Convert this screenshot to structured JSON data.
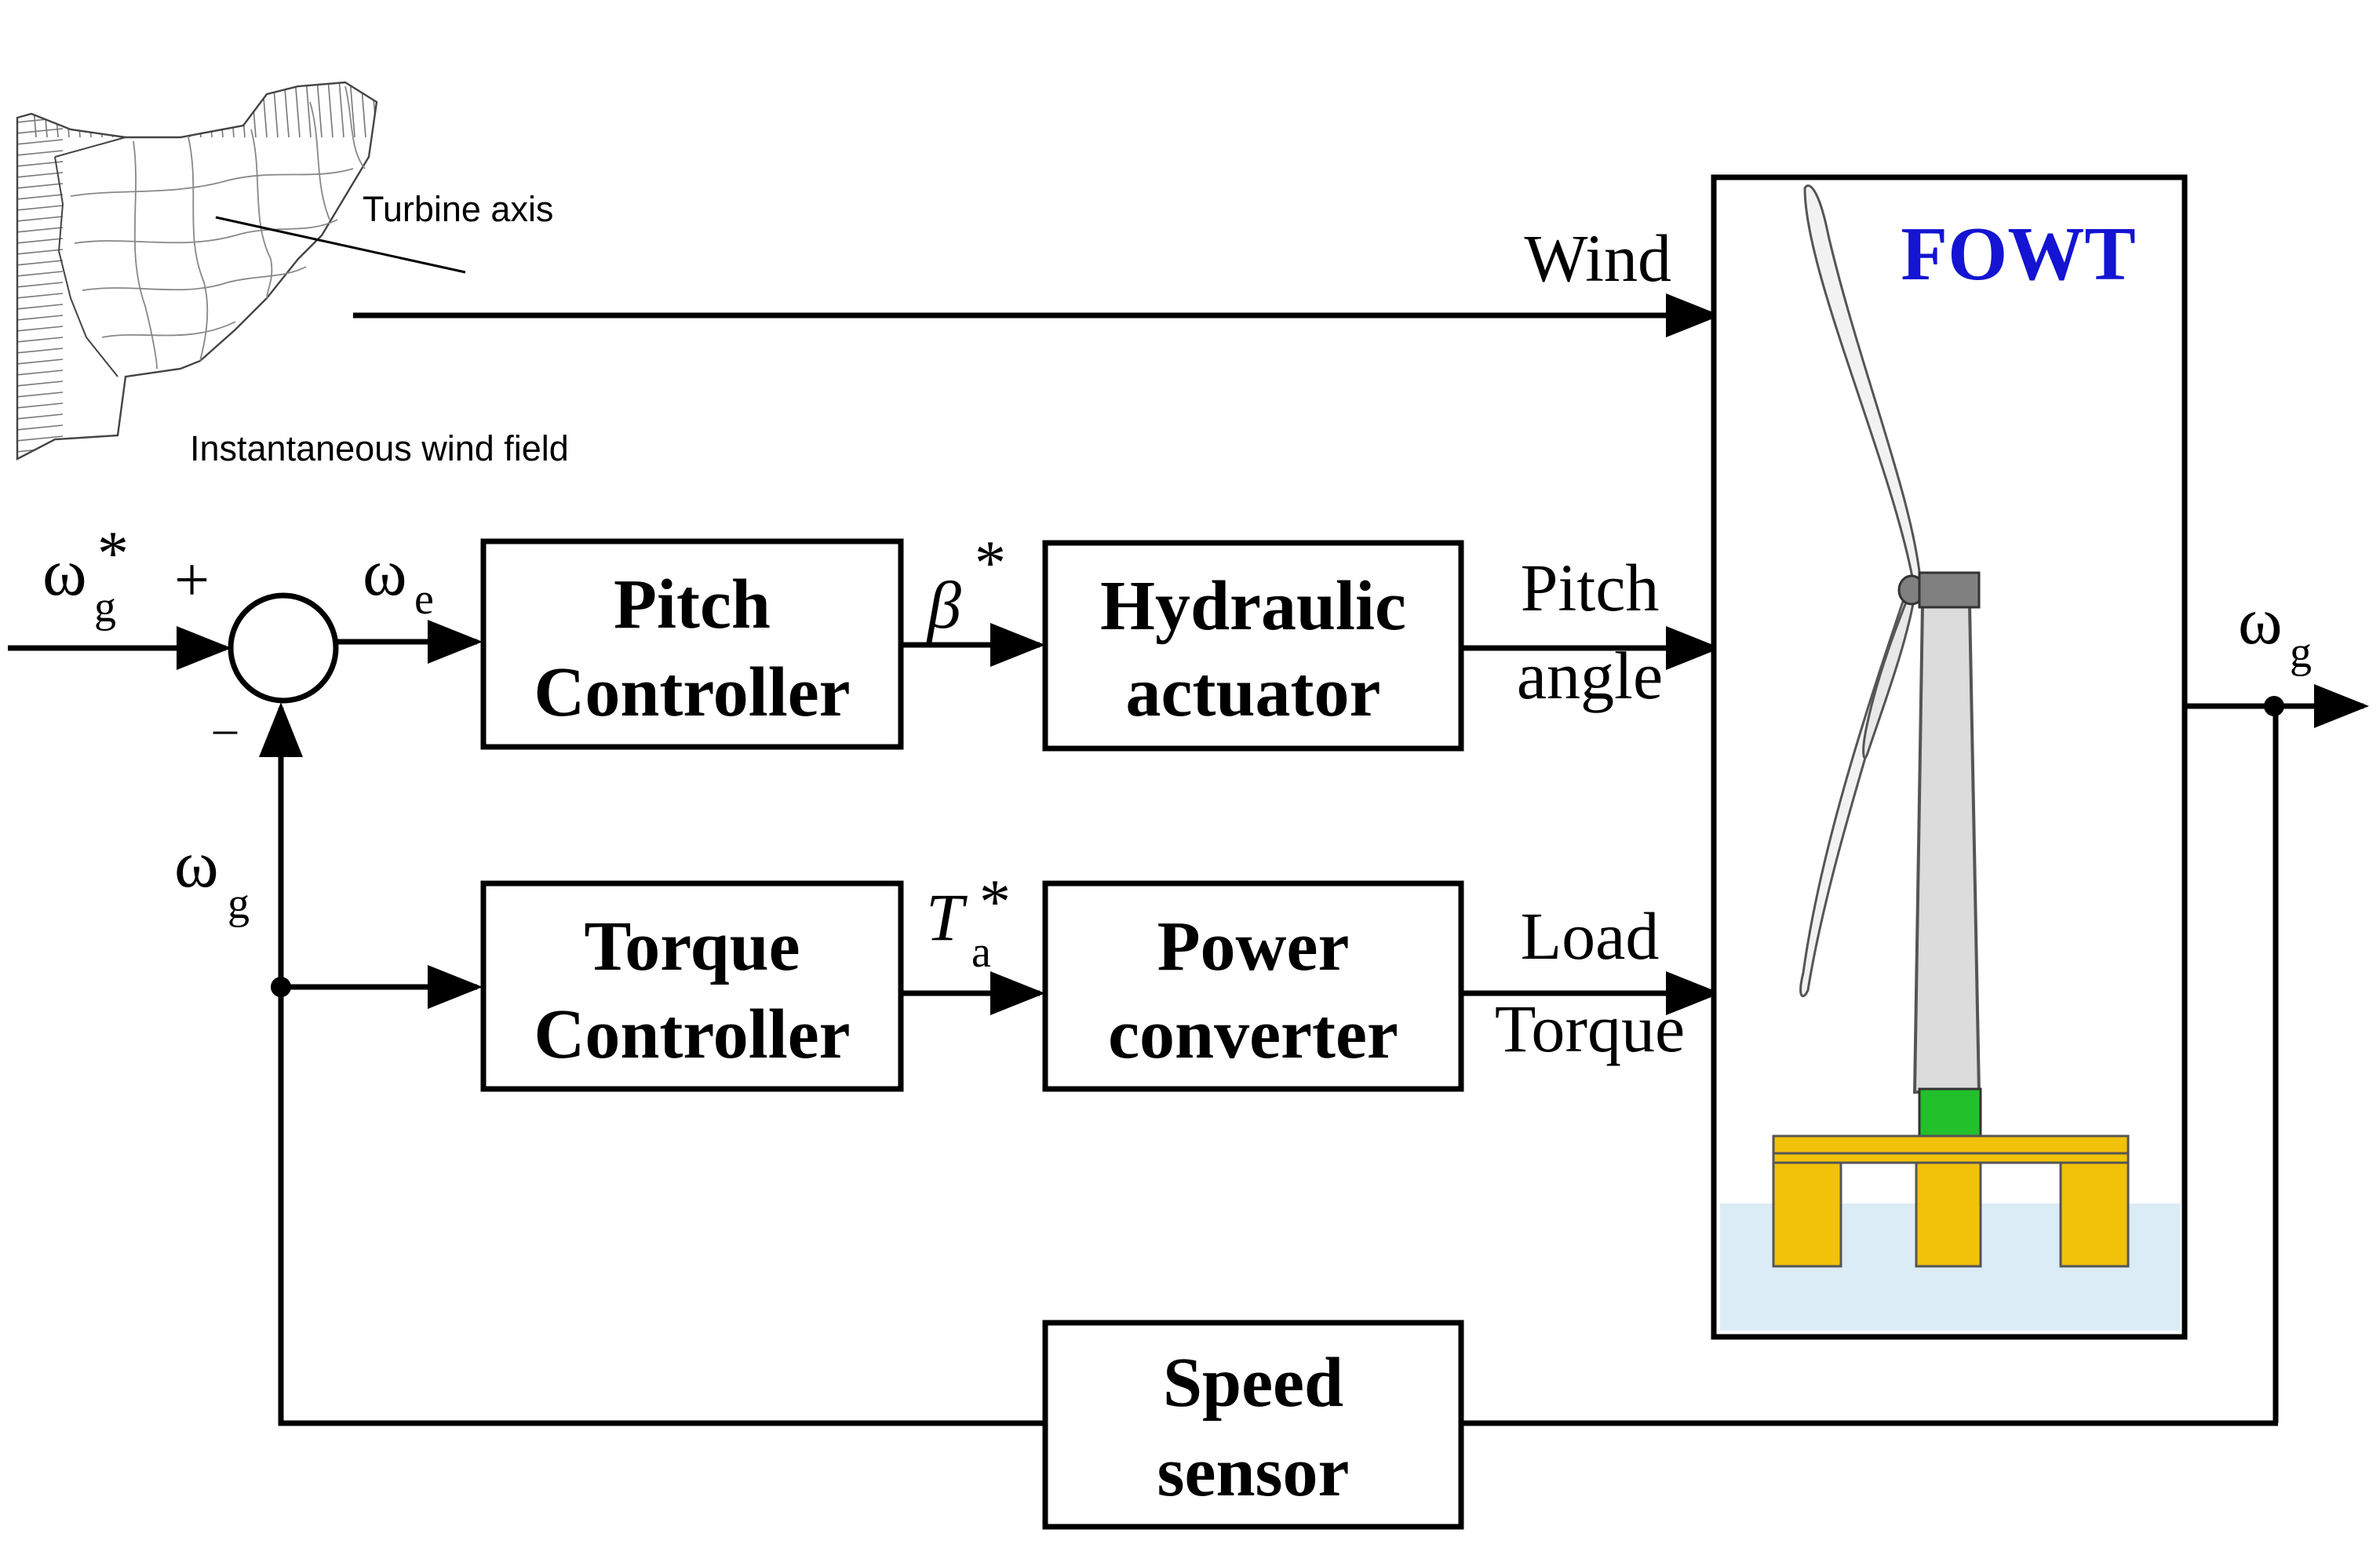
{
  "wind_field": {
    "axis_label": "Turbine axis",
    "field_label": "Instantaneous wind field"
  },
  "blocks": {
    "pitch_controller": [
      "Pitch",
      "Controller"
    ],
    "hydraulic_actuator": [
      "Hydraulic",
      "actuator"
    ],
    "torque_controller": [
      "Torque",
      "Controller"
    ],
    "power_converter": [
      "Power",
      "converter"
    ],
    "speed_sensor": [
      "Speed",
      "sensor"
    ]
  },
  "fowt": {
    "title": "FOWT",
    "title_color": "#1414d2",
    "tower_color": "#dcdcdc",
    "nacelle_color": "#808080",
    "transition_color": "#22c02a",
    "platform_color": "#f2c20a",
    "water_color": "#dcecf6"
  },
  "signals": {
    "wind": "Wind",
    "pitch_angle": [
      "Pitch",
      "angle"
    ],
    "load_torque": [
      "Load",
      "Torque"
    ],
    "omega_ref": {
      "base": "ω",
      "sub": "g",
      "sup": "*"
    },
    "plus": "+",
    "minus": "–",
    "omega_err": {
      "base": "ω",
      "sub": "e"
    },
    "omega_fb": {
      "base": "ω",
      "sub": "g"
    },
    "omega_out": {
      "base": "ω",
      "sub": "g"
    },
    "beta_ref": {
      "base": "β",
      "sup": "*"
    },
    "torque_ref": {
      "base": "T",
      "sub": "a",
      "sup": "*"
    }
  }
}
